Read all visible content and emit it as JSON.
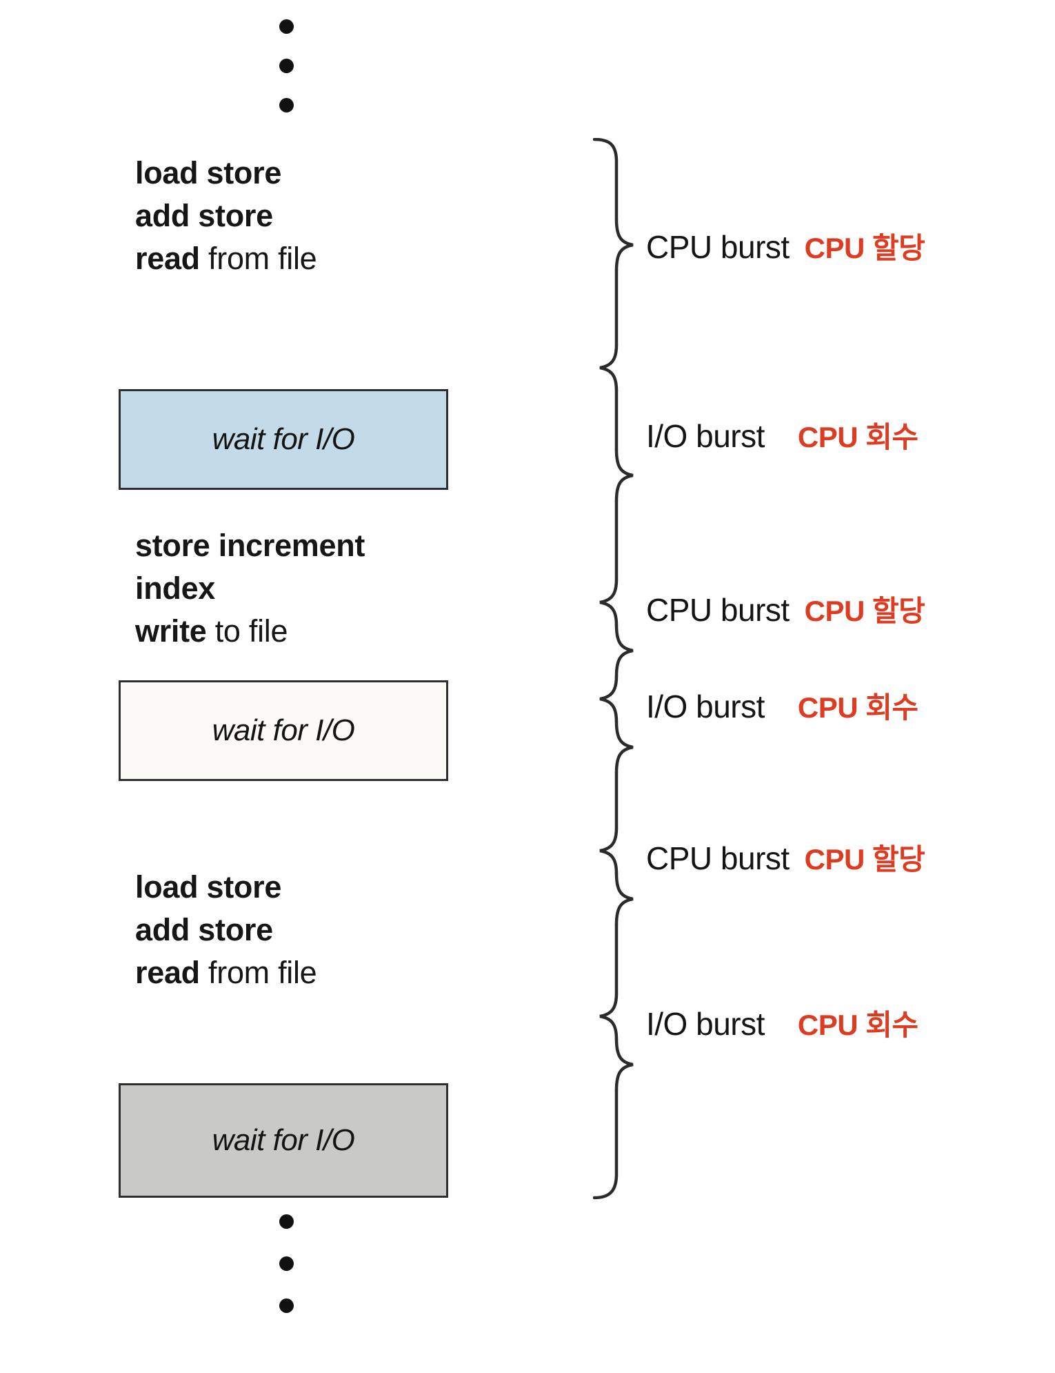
{
  "figure": {
    "title": "CPU burst / I/O burst alternating sequence",
    "colors": {
      "accent_red": "#dc3c22",
      "ink": "#141414",
      "box_border": "#2e2e2e",
      "wait_blue": "#c3dbe8",
      "wait_white": "#fbfaf7",
      "wait_gray": "#c9cac8"
    }
  },
  "ellipsis": {
    "top": {
      "icon": "vertical-ellipsis-icon",
      "dots": 3
    },
    "bottom": {
      "icon": "vertical-ellipsis-icon",
      "dots": 3
    }
  },
  "sequence": [
    {
      "kind": "code",
      "name": "code-block-1",
      "lines": [
        {
          "bold": "load store",
          "plain": ""
        },
        {
          "bold": "add store",
          "plain": ""
        },
        {
          "bold": "read",
          "plain": " from file"
        }
      ]
    },
    {
      "kind": "wait",
      "name": "wait-box-1",
      "label": "wait for I/O",
      "fill": "#c3dbe8"
    },
    {
      "kind": "code",
      "name": "code-block-2",
      "lines": [
        {
          "bold": "store increment",
          "plain": ""
        },
        {
          "bold": "index",
          "plain": ""
        },
        {
          "bold": "write",
          "plain": " to file"
        }
      ]
    },
    {
      "kind": "wait",
      "name": "wait-box-2",
      "label": "wait for I/O",
      "fill": "#fbfaf7"
    },
    {
      "kind": "code",
      "name": "code-block-3",
      "lines": [
        {
          "bold": "load store",
          "plain": ""
        },
        {
          "bold": "add store",
          "plain": ""
        },
        {
          "bold": "read",
          "plain": " from file"
        }
      ]
    },
    {
      "kind": "wait",
      "name": "wait-box-3",
      "label": "wait for I/O",
      "fill": "#c9cac8"
    }
  ],
  "burst_labels": [
    {
      "type": "cpu",
      "english": "CPU burst",
      "korean": "CPU 할당"
    },
    {
      "type": "io",
      "english": "I/O burst",
      "korean": "CPU 회수"
    },
    {
      "type": "cpu",
      "english": "CPU burst",
      "korean": "CPU 할당"
    },
    {
      "type": "io",
      "english": "I/O burst",
      "korean": "CPU 회수"
    },
    {
      "type": "cpu",
      "english": "CPU burst",
      "korean": "CPU 할당"
    },
    {
      "type": "io",
      "english": "I/O burst",
      "korean": "CPU 회수"
    }
  ]
}
